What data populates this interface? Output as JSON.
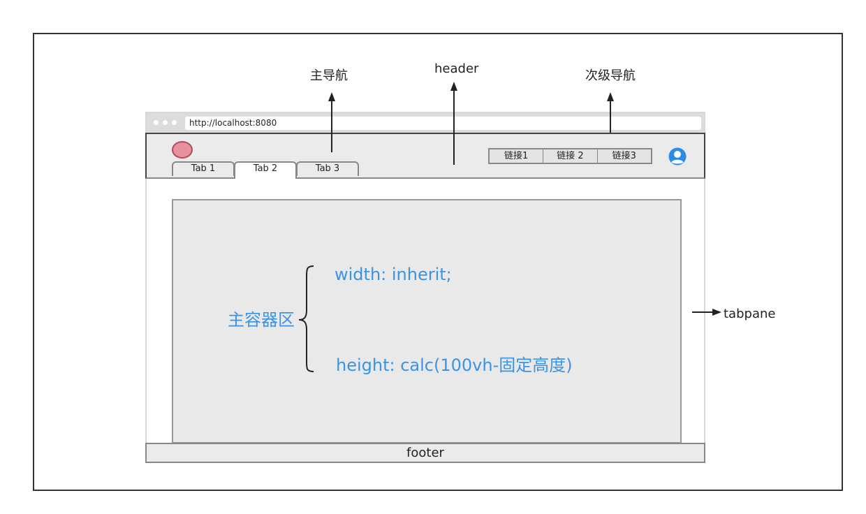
{
  "annotations": {
    "main_nav": "主导航",
    "header": "header",
    "secondary_nav": "次级导航",
    "tabpane": "tabpane"
  },
  "browser": {
    "url": "http://localhost:8080",
    "tabs": [
      "Tab 1",
      "Tab 2",
      "Tab 3"
    ],
    "active_tab": "Tab 2",
    "links": [
      "链接1",
      "链接 2",
      "链接3"
    ],
    "footer": "footer"
  },
  "main": {
    "region_label": "主容器区",
    "width_rule": "width: inherit;",
    "height_rule": "height: calc(100vh-固定高度)"
  },
  "colors": {
    "accent_text": "#3b93e6",
    "logo_fill": "#e8909c",
    "user_icon": "#2a8ce6"
  },
  "icons": {
    "user": "user-avatar-icon",
    "logo": "logo-circle"
  }
}
